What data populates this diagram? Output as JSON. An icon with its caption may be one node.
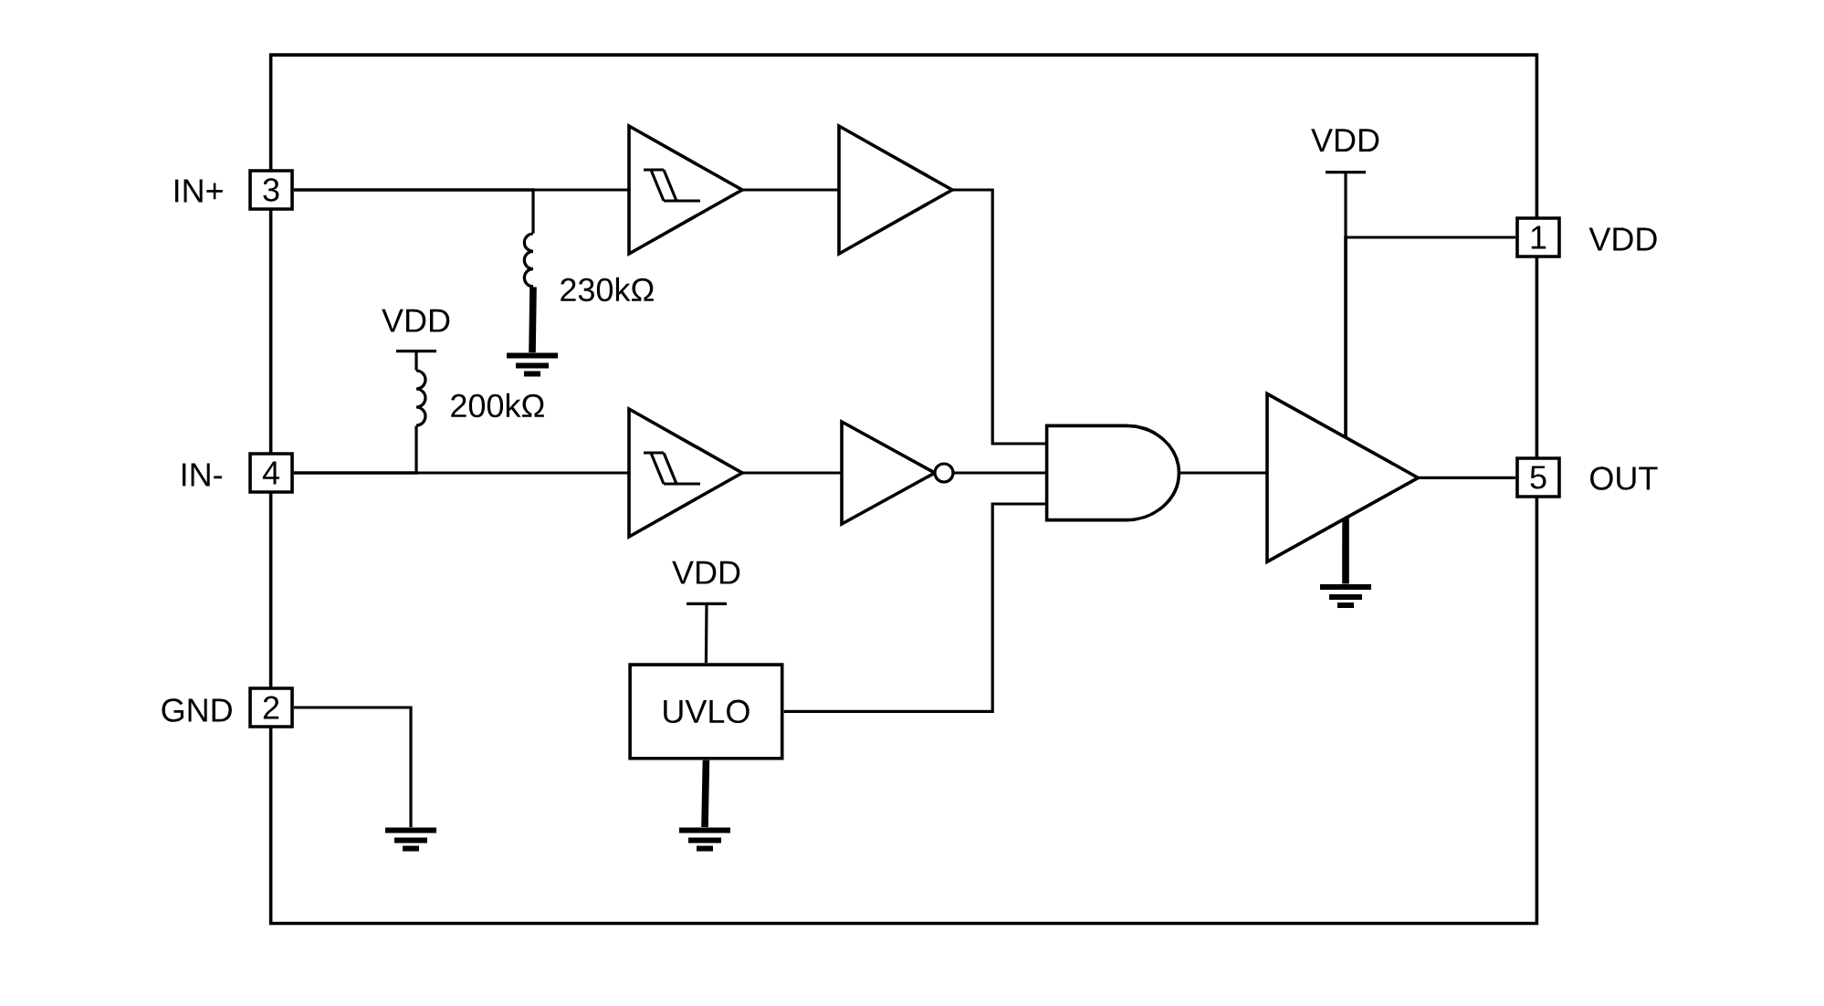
{
  "diagram": {
    "nodes": [
      {
        "text": [],
        "shape": "box"
      },
      {
        "text": [
          "3"
        ],
        "beside": [
          "IN+"
        ]
      },
      {
        "text": [],
        "shape": "triangle",
        "in": 0
      },
      {
        "text": [],
        "shape": "triangle",
        "in": 0
      },
      {
        "text": [
          "VDD"
        ],
        "in": 0
      },
      {
        "text": [
          "1"
        ],
        "beside": [
          "VDD"
        ]
      },
      {
        "text": [],
        "shape": "resistor",
        "beside": [
          "230kΩ"
        ],
        "in": 0
      },
      {
        "text": [],
        "shape": "ground",
        "in": 0
      },
      {
        "text": [
          "VDD"
        ],
        "in": 0
      },
      {
        "text": [],
        "shape": "resistor",
        "beside": [
          "200kΩ"
        ],
        "in": 0
      },
      {
        "text": [
          "4"
        ],
        "beside": [
          "IN-"
        ]
      },
      {
        "text": [],
        "shape": "triangle",
        "in": 0
      },
      {
        "text": [],
        "shape": "triangle",
        "in": 0
      },
      {
        "text": [],
        "shape": "gate",
        "in": 0
      },
      {
        "text": [],
        "shape": "triangle",
        "in": 0
      },
      {
        "text": [
          "5"
        ],
        "beside": [
          "OUT"
        ]
      },
      {
        "text": [],
        "shape": "ground",
        "in": 0
      },
      {
        "text": [
          "VDD"
        ],
        "in": 0
      },
      {
        "text": [
          "2"
        ],
        "beside": [
          "GND"
        ]
      },
      {
        "text": [
          "UVLO"
        ],
        "in": 0
      },
      {
        "text": [],
        "shape": "ground",
        "in": 0
      },
      {
        "text": [],
        "shape": "ground",
        "in": 0
      }
    ],
    "edges": [
      {
        "from": 1,
        "to": 2,
        "arrow": "none"
      },
      {
        "from": 1,
        "to": 6,
        "arrow": "none"
      },
      {
        "from": 6,
        "to": 7,
        "arrow": "none",
        "style": "thick"
      },
      {
        "from": 2,
        "to": 3,
        "arrow": "none"
      },
      {
        "from": 3,
        "to": 13,
        "arrow": "none"
      },
      {
        "from": 4,
        "to": 14,
        "arrow": "none"
      },
      {
        "from": 5,
        "to": 14,
        "arrow": "none"
      },
      {
        "from": 8,
        "to": 9,
        "arrow": "none"
      },
      {
        "from": 10,
        "to": 9,
        "arrow": "none"
      },
      {
        "from": 10,
        "to": 11,
        "arrow": "none"
      },
      {
        "from": 11,
        "to": 12,
        "arrow": "none"
      },
      {
        "from": 12,
        "to": 13,
        "arrow": "none"
      },
      {
        "from": 13,
        "to": 14,
        "arrow": "none"
      },
      {
        "from": 14,
        "to": 15,
        "arrow": "none"
      },
      {
        "from": 14,
        "to": 16,
        "arrow": "none",
        "style": "thick"
      },
      {
        "from": 17,
        "to": 19,
        "arrow": "none"
      },
      {
        "from": 18,
        "to": 20,
        "arrow": "none"
      },
      {
        "from": 19,
        "to": 13,
        "arrow": "none"
      },
      {
        "from": 19,
        "to": 21,
        "arrow": "none",
        "style": "thick"
      }
    ]
  }
}
